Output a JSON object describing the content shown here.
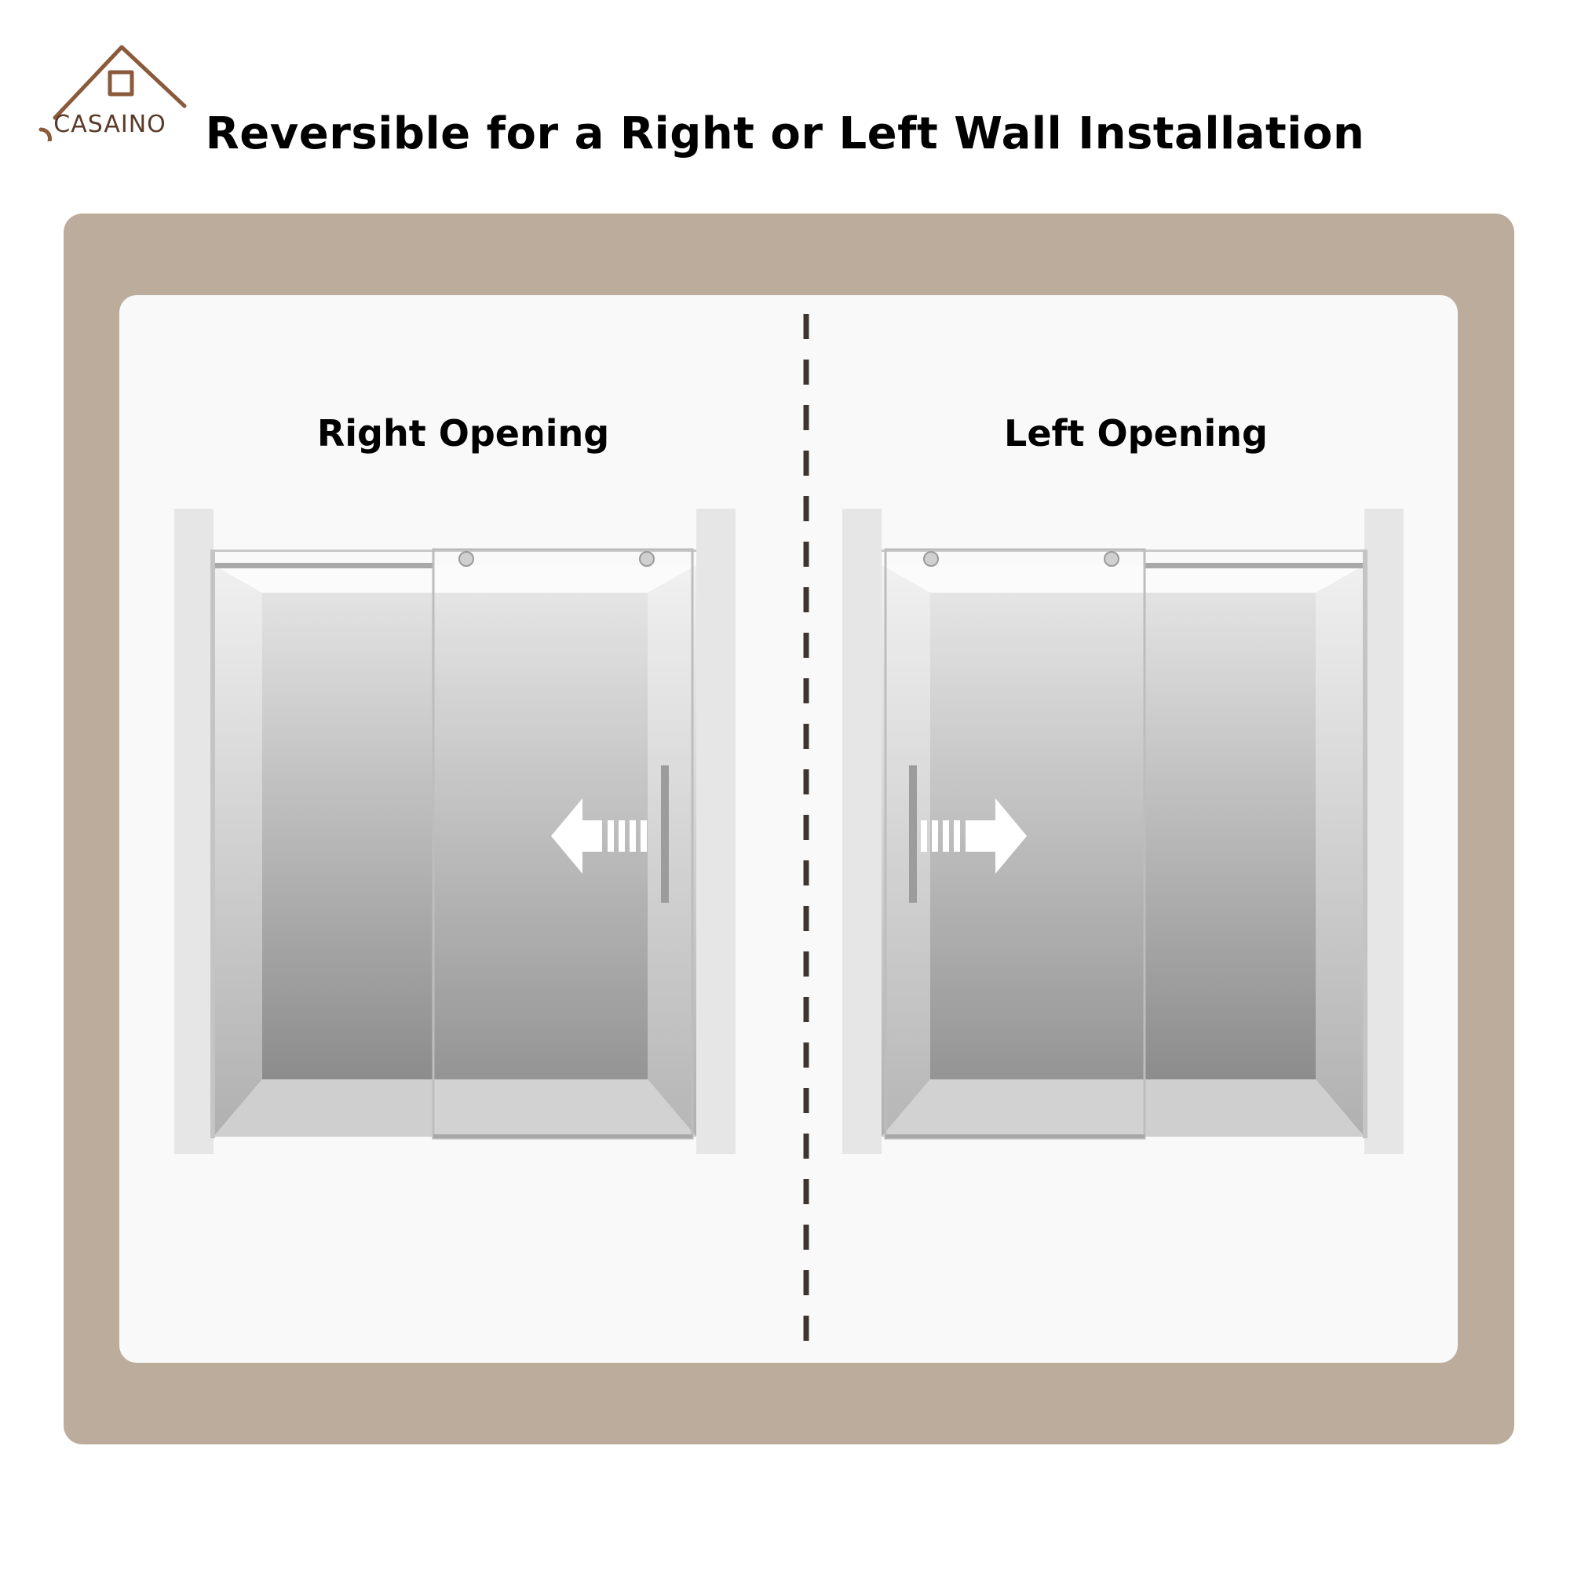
{
  "brand": {
    "logo_text": "CASAINO",
    "accent": "#8a5a3a"
  },
  "headline": "Reversible for a Right or Left Wall Installation",
  "colors": {
    "frame": "#bcac9c",
    "panel": "#f9f9f9",
    "divider": "#3f3530",
    "glass_track": "#a8a8a8"
  },
  "sections": [
    {
      "label": "Right Opening",
      "arrow": "left-arrow-icon"
    },
    {
      "label": "Left Opening",
      "arrow": "right-arrow-icon"
    }
  ]
}
